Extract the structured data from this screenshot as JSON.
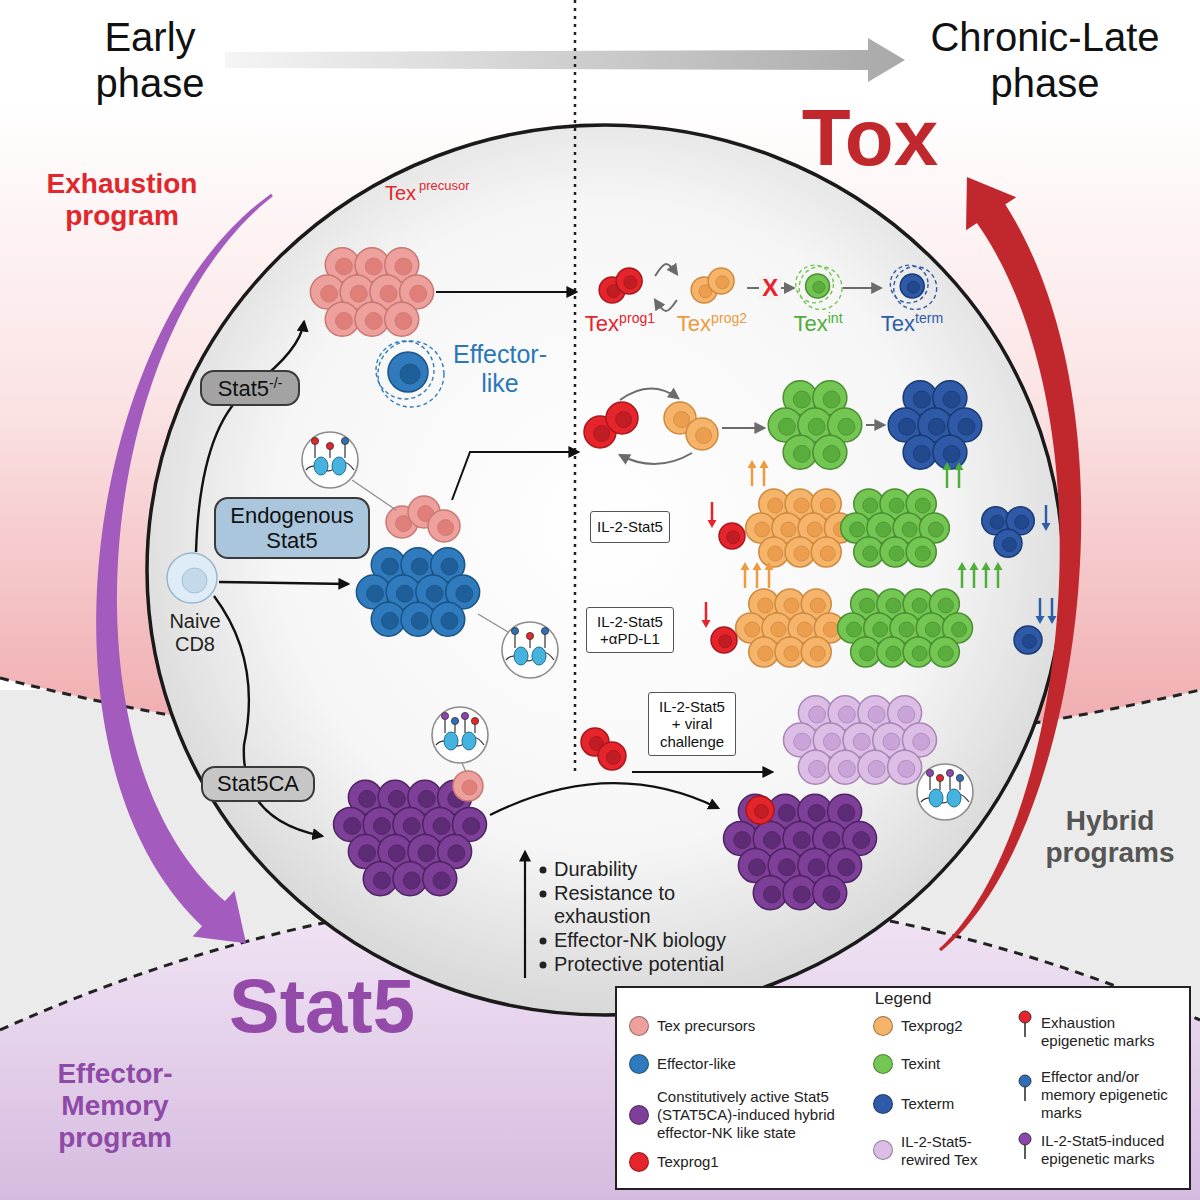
{
  "diagram": {
    "nodes": [
      {
        "text": [
          "Tex",
          "prog1"
        ]
      },
      {
        "text": [
          "Tex",
          "prog2"
        ]
      },
      {
        "text": [
          "Tex",
          "int"
        ]
      },
      {
        "text": [
          "Tex",
          "term"
        ]
      },
      {
        "text": [
          "Stat5",
          "-/-"
        ]
      },
      {
        "text": [
          "Endogenous Stat5"
        ]
      },
      {
        "text": [
          "IL-2-Stat5"
        ]
      },
      {
        "text": [
          "IL-2-Stat5 +αPD-L1"
        ]
      },
      {
        "text": [
          "IL-2-Stat5 + viral challenge"
        ]
      },
      {
        "text": [
          "Stat5CA"
        ]
      }
    ],
    "edges": [
      {
        "from": 0,
        "to": 1,
        "arrow": "to"
      },
      {
        "from": 1,
        "to": 0,
        "arrow": "to"
      },
      {
        "from": 1,
        "to": 2,
        "label": "X",
        "arrow": "to"
      },
      {
        "from": 2,
        "to": 3,
        "arrow": "to"
      }
    ],
    "labels": [
      "Early phase",
      "Chronic-Late phase",
      "Tox",
      "Exhaustion program",
      "Tex",
      "precusor",
      "Effector- like",
      "Naive CD8",
      "Stat5",
      "Effector- Memory program",
      "Hybrid programs",
      "Durability",
      "Resistance to exhaustion",
      "Effector-NK biology",
      "Protective potential",
      "Legend"
    ],
    "legend": [
      {
        "text": "Tex precursors",
        "color": "#eda09c"
      },
      {
        "text": "Effector-like",
        "color": "#2f7bbd"
      },
      {
        "text": "Constitutively active Stat5 (STAT5CA)-induced hybrid effector-NK like state",
        "color": "#7d3f98"
      },
      {
        "text": "Texprog1",
        "color": "#e5242b"
      },
      {
        "text": "Texprog2",
        "color": "#f6b36a"
      },
      {
        "text": "Texint",
        "color": "#74c653"
      },
      {
        "text": "Texterm",
        "color": "#2e5aa8"
      },
      {
        "text": "IL-2-Stat5- rewired Tex",
        "color": "#dcbde6"
      },
      {
        "text": "Exhaustion epigenetic marks"
      },
      {
        "text": "Effector and/or memory epigenetic marks"
      },
      {
        "text": "IL-2-Stat5-induced epigenetic marks"
      }
    ]
  }
}
